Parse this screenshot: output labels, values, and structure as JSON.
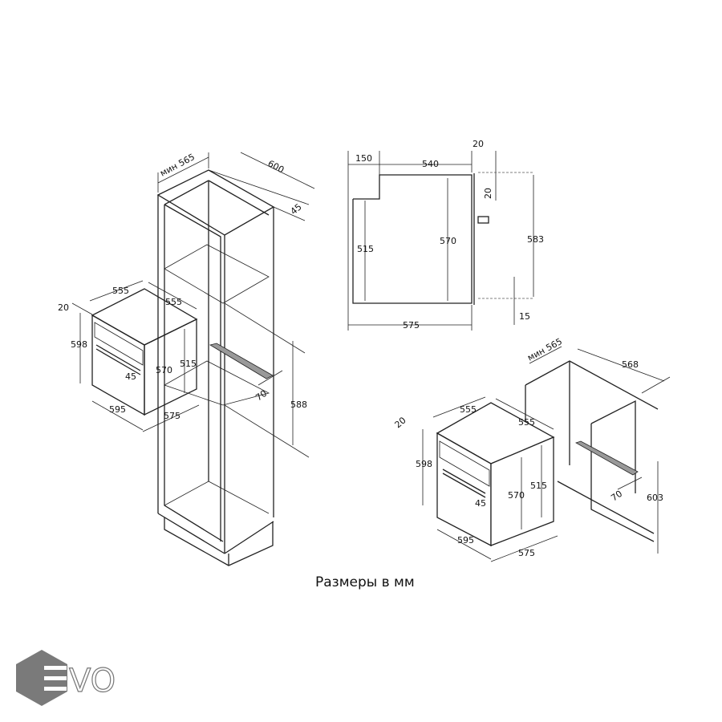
{
  "caption": "Размеры в мм",
  "logo": {
    "text": "EVO",
    "color": "#7a7a7a"
  },
  "tall_cabinet": {
    "min_depth": "мин 565",
    "width": "600",
    "top_gap": "45",
    "vent": "70",
    "niche_height": "588"
  },
  "oven_left": {
    "w_top": "555",
    "d_top": "555",
    "front_depth": "20",
    "height": "598",
    "inner_h": "570",
    "handle": "45",
    "side_h": "515",
    "width": "595",
    "depth": "575"
  },
  "side_view": {
    "d_front": "150",
    "d_body": "540",
    "panel": "20",
    "offset": "20",
    "h_front": "515",
    "h_body": "570",
    "h_total": "583",
    "bottom": "15",
    "total_depth": "575"
  },
  "under_counter": {
    "min_depth": "мин 565",
    "width": "568",
    "vent": "70",
    "niche_height": "603"
  },
  "oven_right": {
    "w_top": "555",
    "d_top": "555",
    "front_depth": "20",
    "height": "598",
    "inner_h": "570",
    "handle": "45",
    "side_h": "515",
    "width": "595",
    "depth": "575"
  }
}
